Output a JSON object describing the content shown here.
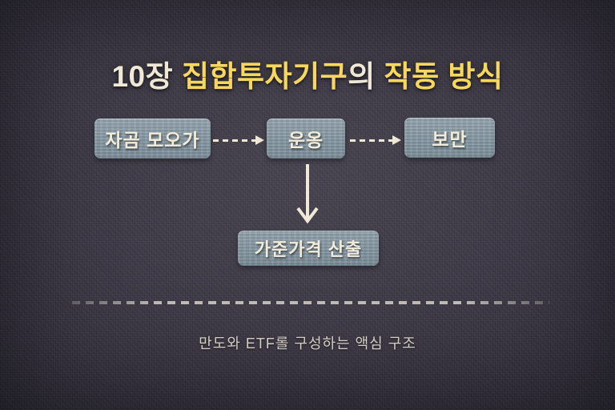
{
  "slide": {
    "title": {
      "parts": [
        {
          "text": "10장 ",
          "color": "#efe8d6"
        },
        {
          "text": "집합투자기구",
          "color": "#f7d75e"
        },
        {
          "text": "의 ",
          "color": "#efe8d6"
        },
        {
          "text": "작동 방식",
          "color": "#f7d75e"
        }
      ]
    },
    "flow": {
      "steps": [
        {
          "label": "자곰 모오가"
        },
        {
          "label": "운옹"
        },
        {
          "label": "보만"
        }
      ],
      "output": {
        "label": "가준가격 산출"
      }
    },
    "caption": "만도와 ETF롤 구성하는 액심 구조",
    "colors": {
      "background": "#3d3946",
      "box_fill": "#8597a2",
      "text_cream": "#f3ecda",
      "accent_yellow": "#f7d75e",
      "caption_text": "#d5cfc3",
      "divider": "#d6d1c5"
    }
  }
}
